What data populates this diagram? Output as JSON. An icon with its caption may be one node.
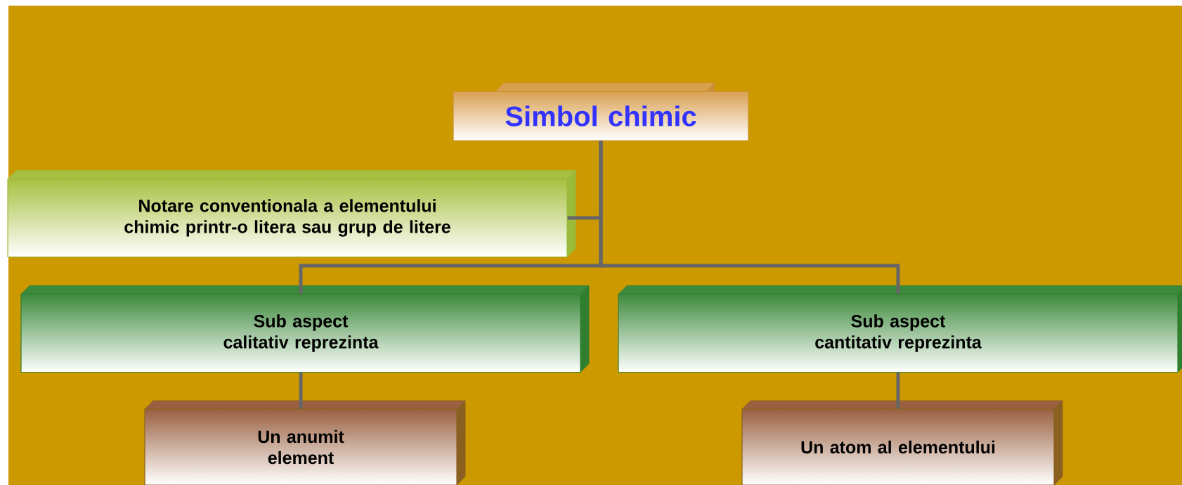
{
  "diagram": {
    "nodes": [
      {
        "text": [
          "Simbol chimic"
        ]
      },
      {
        "text": [
          "Notare conventionala a elementului chimic printr-o litera sau grup de litere"
        ]
      },
      {
        "text": [
          "Sub aspect calitativ reprezinta"
        ]
      },
      {
        "text": [
          "Sub aspect cantitativ reprezinta"
        ]
      },
      {
        "text": [
          "Un anumit element"
        ]
      },
      {
        "text": [
          "Un atom al elementului"
        ]
      }
    ],
    "edges": [
      {
        "from": 0,
        "to": 1,
        "arrow": "none"
      },
      {
        "from": 0,
        "to": 2,
        "arrow": "none"
      },
      {
        "from": 0,
        "to": 3,
        "arrow": "none"
      },
      {
        "from": 2,
        "to": 4,
        "arrow": "none"
      },
      {
        "from": 3,
        "to": 5,
        "arrow": "none"
      }
    ]
  }
}
